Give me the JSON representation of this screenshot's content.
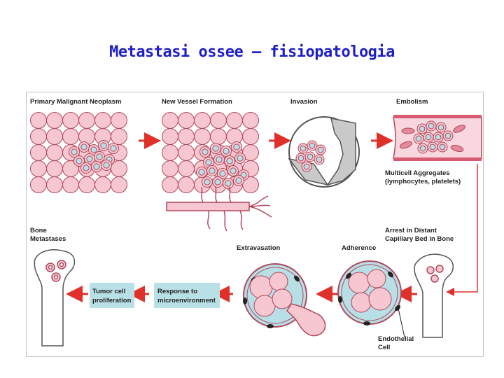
{
  "title": "Metastasi ossee – fisiopatologia",
  "labels": {
    "primary": "Primary Malignant Neoplasm",
    "vessel": "New Vessel Formation",
    "invasion": "Invasion",
    "embolism": "Embolism",
    "multicell_1": "Multicell Aggregates",
    "multicell_2": "(lymphocytes, platelets)",
    "bone_1": "Bone",
    "bone_2": "Metastases",
    "extravasation": "Extravasation",
    "adherence": "Adherence",
    "arrest_1": "Arrest in Distant",
    "arrest_2": "Capillary Bed in Bone",
    "tumor_1": "Tumor cell",
    "tumor_2": "proliferation",
    "response_1": "Response to",
    "response_2": "microenvironment",
    "endo_1": "Endothelial",
    "endo_2": "Cell"
  },
  "colors": {
    "title": "#1e1ec8",
    "arrow": "#e0302a",
    "cell_fill": "#f6c7d0",
    "cell_stroke": "#b0485c",
    "tumor_inner": "#b8dfe6",
    "box_fill": "#b8e0e6"
  }
}
